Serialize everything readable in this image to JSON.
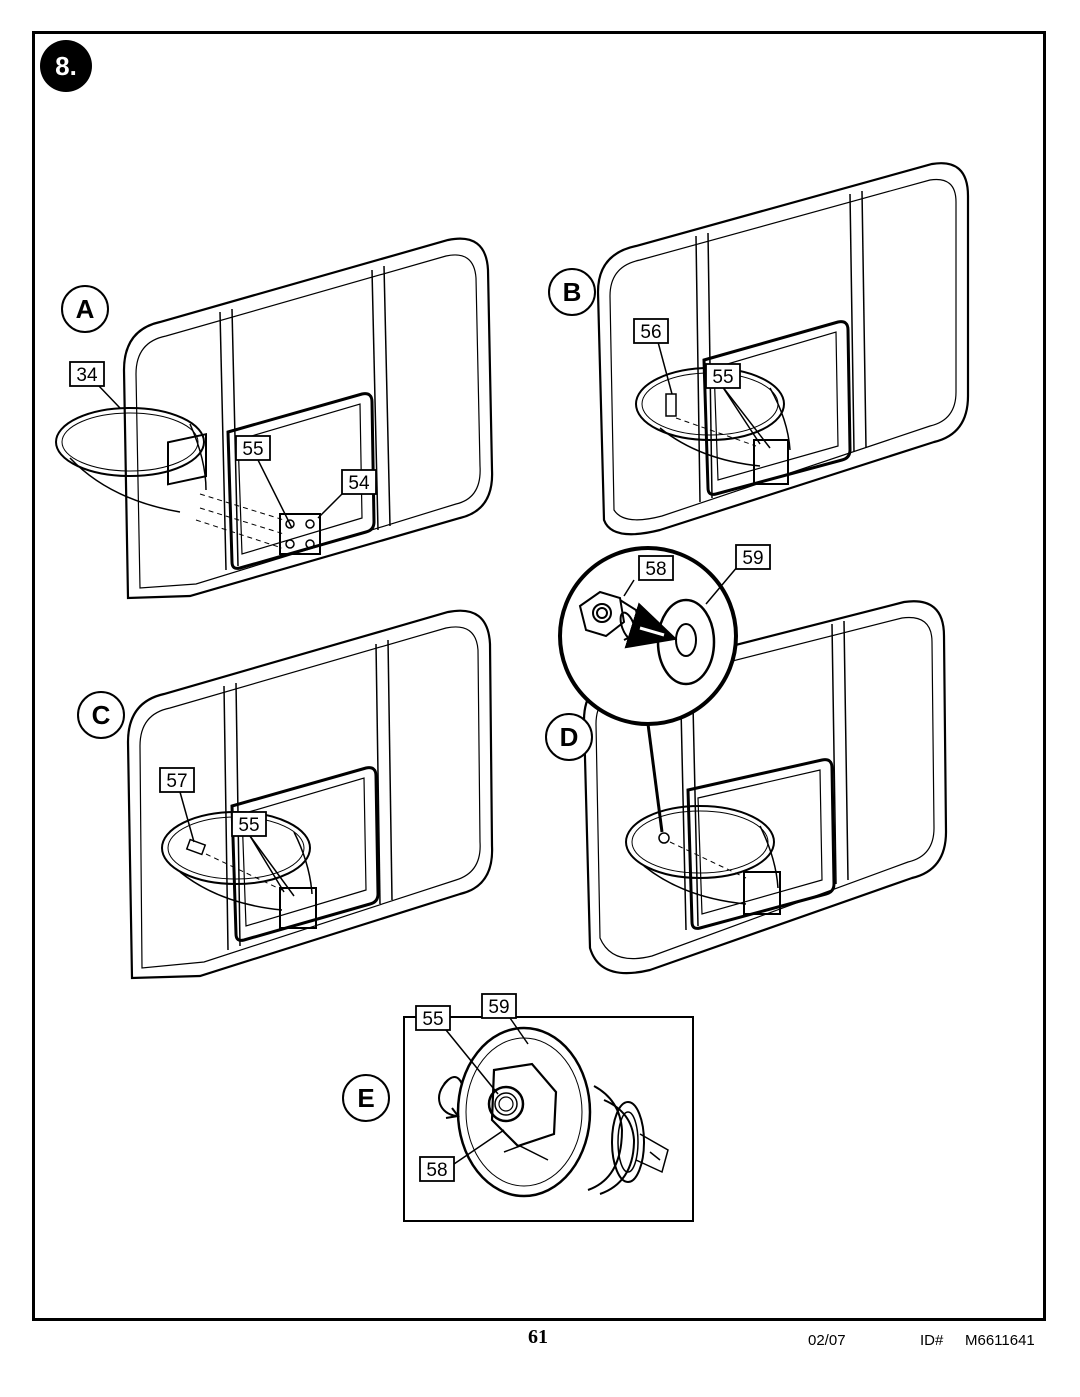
{
  "step": "8.",
  "panels": [
    {
      "letter": "A",
      "parts": [
        "34",
        "55",
        "54"
      ]
    },
    {
      "letter": "B",
      "parts": [
        "56",
        "55"
      ]
    },
    {
      "letter": "C",
      "parts": [
        "57",
        "55"
      ]
    },
    {
      "letter": "D",
      "parts": [
        "58",
        "59"
      ]
    },
    {
      "letter": "E",
      "parts": [
        "55",
        "59",
        "58"
      ]
    }
  ],
  "footer": {
    "page_number": "61",
    "date": "02/07",
    "id_label": "ID#",
    "id_value": "M6611641"
  }
}
